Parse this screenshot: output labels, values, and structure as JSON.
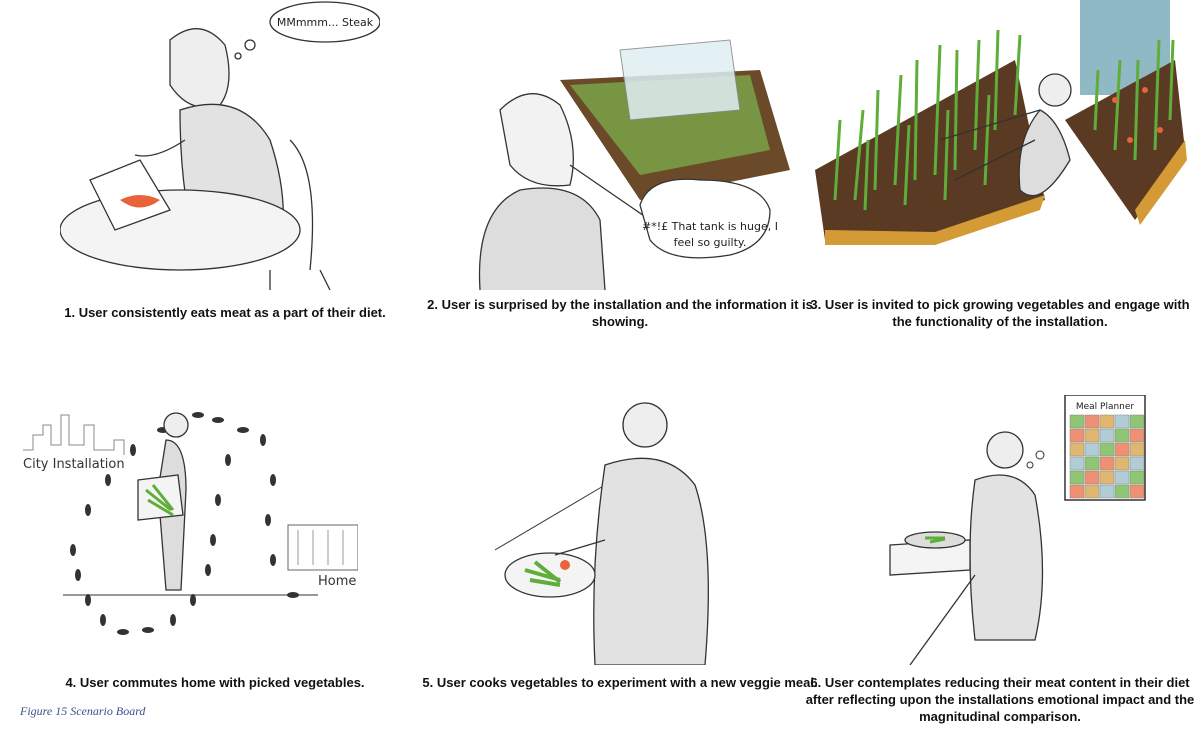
{
  "panels": [
    {
      "caption": "1. User consistently eats meat as a part of their diet.",
      "speech": "MMmmm... Steak"
    },
    {
      "caption": "2. User is surprised by the installation and the information it is showing.",
      "speech_line1": "#*!£ That tank is huge, I",
      "speech_line2": "feel so guilty."
    },
    {
      "caption": "3. User is invited to pick growing vegetables and engage with the functionality of the installation."
    },
    {
      "caption": "4. User commutes home with picked vegetables.",
      "label_city": "City Installation",
      "label_home": "Home"
    },
    {
      "caption": "5. User cooks vegetables to experiment with a new veggie meal."
    },
    {
      "caption": "6. User contemplates reducing their meat content in their diet after reflecting upon the installations emotional impact and the magnitudinal comparison.",
      "planner_title": "Meal Planner"
    }
  ],
  "figure_caption": "Figure 15 Scenario Board",
  "colors": {
    "vegetable": "#5fae3a",
    "soil": "#5a3a22",
    "sky": "#8fb9c4",
    "caption_blue": "#3b4f8a"
  }
}
